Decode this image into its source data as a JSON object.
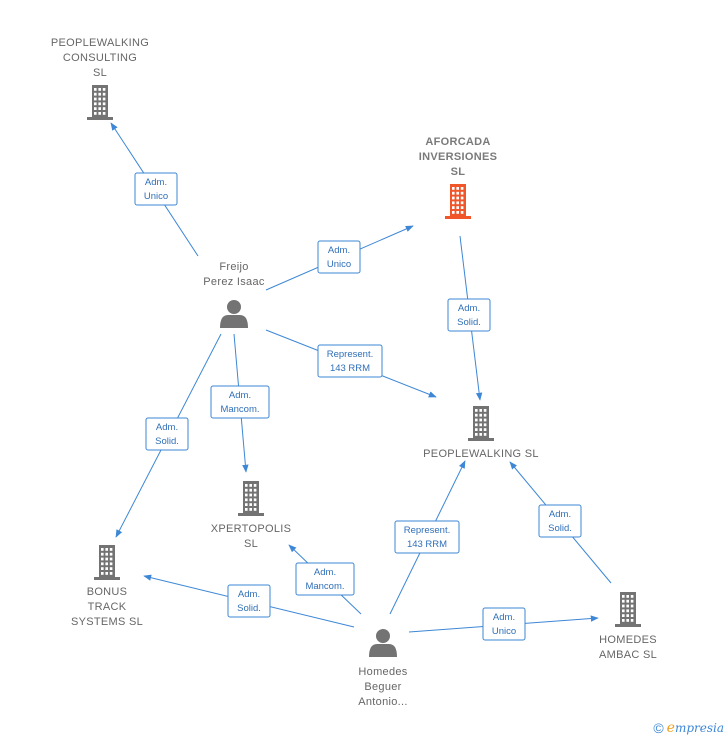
{
  "colors": {
    "edge": "#3d87d6",
    "building": "#737373",
    "building_highlight": "#f0562a",
    "person": "#737373"
  },
  "nodes": [
    {
      "id": "peoplewalking-consulting",
      "type": "company",
      "label": [
        "PEOPLEWALKING",
        "CONSULTING",
        "SL"
      ],
      "icon": "building-icon"
    },
    {
      "id": "aforcada",
      "type": "company",
      "highlight": true,
      "label": [
        "AFORCADA",
        "INVERSIONES",
        "SL"
      ],
      "icon": "building-icon"
    },
    {
      "id": "freijo",
      "type": "person",
      "label": [
        "Freijo",
        "Perez Isaac"
      ],
      "icon": "person-icon"
    },
    {
      "id": "peoplewalking-sl",
      "type": "company",
      "label": [
        "PEOPLEWALKING SL"
      ],
      "icon": "building-icon"
    },
    {
      "id": "xpertopolis",
      "type": "company",
      "label": [
        "XPERTOPOLIS",
        "SL"
      ],
      "icon": "building-icon"
    },
    {
      "id": "bonus-track",
      "type": "company",
      "label": [
        "BONUS",
        "TRACK",
        "SYSTEMS  SL"
      ],
      "icon": "building-icon"
    },
    {
      "id": "homedes-ambac",
      "type": "company",
      "label": [
        "HOMEDES",
        "AMBAC  SL"
      ],
      "icon": "building-icon"
    },
    {
      "id": "homedes-beguer",
      "type": "person",
      "label": [
        "Homedes",
        "Beguer",
        "Antonio..."
      ],
      "icon": "person-icon"
    }
  ],
  "edges": [
    {
      "from": "freijo",
      "to": "peoplewalking-consulting",
      "label": [
        "Adm.",
        "Unico"
      ]
    },
    {
      "from": "freijo",
      "to": "aforcada",
      "label": [
        "Adm.",
        "Unico"
      ]
    },
    {
      "from": "aforcada",
      "to": "peoplewalking-sl",
      "label": [
        "Adm.",
        "Solid."
      ]
    },
    {
      "from": "freijo",
      "to": "peoplewalking-sl",
      "label": [
        "Represent.",
        "143 RRM"
      ]
    },
    {
      "from": "freijo",
      "to": "xpertopolis",
      "label": [
        "Adm.",
        "Mancom."
      ]
    },
    {
      "from": "freijo",
      "to": "bonus-track",
      "label": [
        "Adm.",
        "Solid."
      ]
    },
    {
      "from": "homedes-beguer",
      "to": "peoplewalking-sl",
      "label": [
        "Represent.",
        "143 RRM"
      ]
    },
    {
      "from": "homedes-ambac",
      "to": "peoplewalking-sl",
      "label": [
        "Adm.",
        "Solid."
      ]
    },
    {
      "from": "homedes-beguer",
      "to": "xpertopolis",
      "label": [
        "Adm.",
        "Mancom."
      ]
    },
    {
      "from": "homedes-beguer",
      "to": "bonus-track",
      "label": [
        "Adm.",
        "Solid."
      ]
    },
    {
      "from": "homedes-beguer",
      "to": "homedes-ambac",
      "label": [
        "Adm.",
        "Unico"
      ]
    }
  ],
  "footer": {
    "copyright": "©",
    "brand_first": "e",
    "brand_rest": "mpresia"
  }
}
